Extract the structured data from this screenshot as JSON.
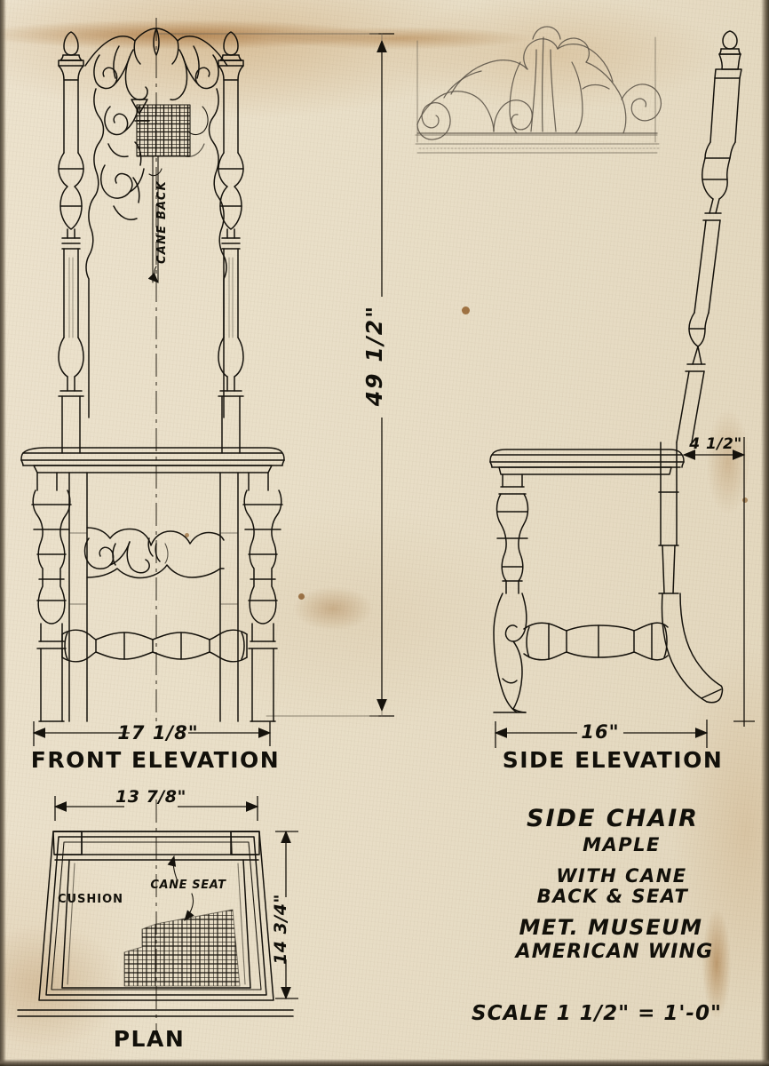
{
  "sheet": {
    "medium": "ink and pencil on aged paper",
    "paper_color": "#e9dfc8",
    "ink_color": "#15120c"
  },
  "title_block": {
    "lines": [
      "SIDE CHAIR",
      "MAPLE",
      "WITH CANE",
      "BACK & SEAT",
      "MET. MUSEUM",
      "AMERICAN WING"
    ],
    "scale": "SCALE 1 1/2\" = 1'-0\""
  },
  "views": {
    "front": {
      "caption": "FRONT ELEVATION",
      "width_dimension": "17 1/8\"",
      "height_dimension": "49 1/2\"",
      "annotation": "CANE BACK"
    },
    "side": {
      "caption": "SIDE ELEVATION",
      "width_dimension": "16\"",
      "offset_dimension": "4 1/2\""
    },
    "plan": {
      "caption": "PLAN",
      "width_dimension": "13 7/8\"",
      "depth_dimension": "14 3/4\"",
      "labels": [
        "CUSHION",
        "CANE SEAT"
      ]
    },
    "crest_detail": {
      "description": "carved crest rail scrollwork study"
    }
  }
}
